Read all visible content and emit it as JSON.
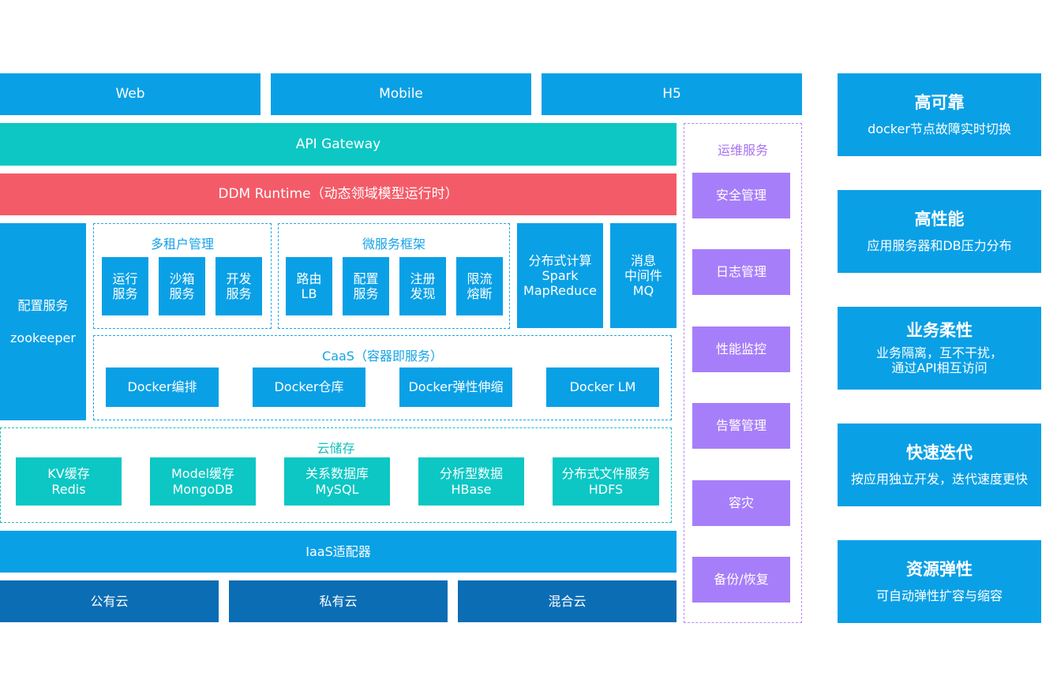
{
  "top": {
    "web": "Web",
    "mobile": "Mobile",
    "h5": "H5"
  },
  "gateway": "API Gateway",
  "runtime": "DDM Runtime（动态领域模型运行时）",
  "config": {
    "line1": "配置服务",
    "line2": "zookeeper"
  },
  "tenant": {
    "title": "多租户管理",
    "items": [
      "运行\n服务",
      "沙箱\n服务",
      "开发\n服务"
    ]
  },
  "microservice": {
    "title": "微服务框架",
    "items": [
      "路由\nLB",
      "配置\n服务",
      "注册\n发现",
      "限流\n熔断"
    ]
  },
  "compute": "分布式计算\nSpark\nMapReduce",
  "mq": "消息\n中间件\nMQ",
  "caas": {
    "title": "CaaS（容器即服务）",
    "items": [
      "Docker编排",
      "Docker仓库",
      "Docker弹性伸缩",
      "Docker LM"
    ]
  },
  "storage": {
    "title": "云储存",
    "items": [
      "KV缓存\nRedis",
      "Model缓存\nMongoDB",
      "关系数据库\nMySQL",
      "分析型数据\nHBase",
      "分布式文件服务\nHDFS"
    ]
  },
  "iaas": "IaaS适配器",
  "clouds": [
    "公有云",
    "私有云",
    "混合云"
  ],
  "ops": {
    "title": "运维服务",
    "items": [
      "安全管理",
      "日志管理",
      "性能监控",
      "告警管理",
      "容灾",
      "备份/恢复"
    ]
  },
  "features": [
    {
      "title": "高可靠",
      "desc": "docker节点故障实时切换"
    },
    {
      "title": "高性能",
      "desc": "应用服务器和DB压力分布"
    },
    {
      "title": "业务柔性",
      "desc": "业务隔离，互不干扰，\n通过API相互访问"
    },
    {
      "title": "快速迭代",
      "desc": "按应用独立开发，迭代速度更快"
    },
    {
      "title": "资源弹性",
      "desc": "可自动弹性扩容与缩容"
    }
  ],
  "colors": {
    "blue": "#0aa0e6",
    "teal": "#0cc7c4",
    "red": "#f45b68",
    "navy": "#0b6db4",
    "purple": "#a77ef9"
  }
}
